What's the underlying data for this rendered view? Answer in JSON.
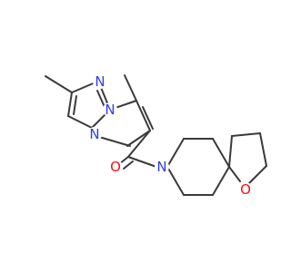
{
  "molecule": {
    "atoms": {
      "n_pyrazole": {
        "symbol": "N",
        "color": "#2c3df4"
      },
      "n_bridge": {
        "symbol": "N",
        "color": "#2c3df4"
      },
      "n_pyrimidine": {
        "symbol": "N",
        "color": "#2c3df4"
      },
      "n_amide": {
        "symbol": "N",
        "color": "#2c3df4"
      },
      "o_carbonyl": {
        "symbol": "O",
        "color": "#ff0d0d"
      },
      "o_ring": {
        "symbol": "O",
        "color": "#ff0d0d"
      }
    },
    "bond_color": "#3a3a3a"
  }
}
